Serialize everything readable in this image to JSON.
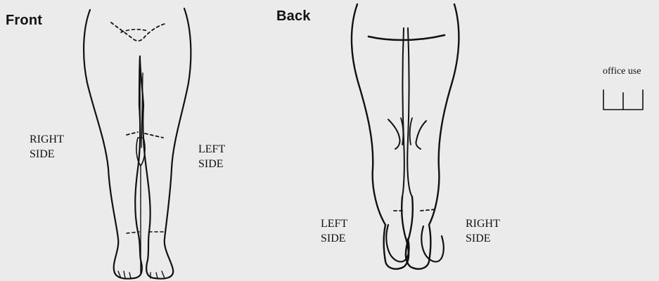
{
  "front_view": {
    "heading": "Front",
    "right_side_label": [
      "RIGHT",
      "SIDE"
    ],
    "left_side_label": [
      "LEFT",
      "SIDE"
    ]
  },
  "back_view": {
    "heading": "Back",
    "left_side_label": [
      "LEFT",
      "SIDE"
    ],
    "right_side_label": [
      "RIGHT",
      "SIDE"
    ]
  },
  "office_use": {
    "label": "office use",
    "box_count": 2
  }
}
